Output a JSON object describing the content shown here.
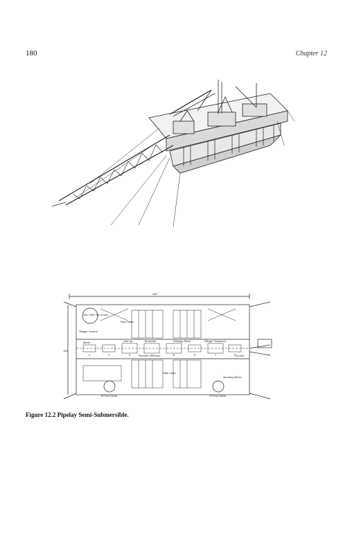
{
  "header": {
    "page_number": "180",
    "chapter": "Chapter 12"
  },
  "figure": {
    "caption": "Figure 12.2 Pipelay Semi-Submersible.",
    "plan_labels": {
      "overall_length": "400'",
      "beam": "150'",
      "main_crane": "330 / 500 Ton Crane",
      "stinger_control": "Stinger Control",
      "pipe_racks_top": "Pipe racks",
      "pipe_racks_bottom": "Pipe racks",
      "welding_shed": "Welding Shed",
      "stinger_tensioner": "Stinger Tensioner",
      "tensioner": "Tensioner",
      "pipeline_conveyor": "Pipeline conveyor",
      "crane_75": "75 Ton Crane",
      "mooring_winch": "Mooring Winch",
      "line_up": "Line up",
      "bevel": "Bevel",
      "tunnel": "Tunnel",
      "stations": [
        "1",
        "2",
        "3",
        "4",
        "5",
        "6",
        "7",
        "8"
      ]
    }
  }
}
